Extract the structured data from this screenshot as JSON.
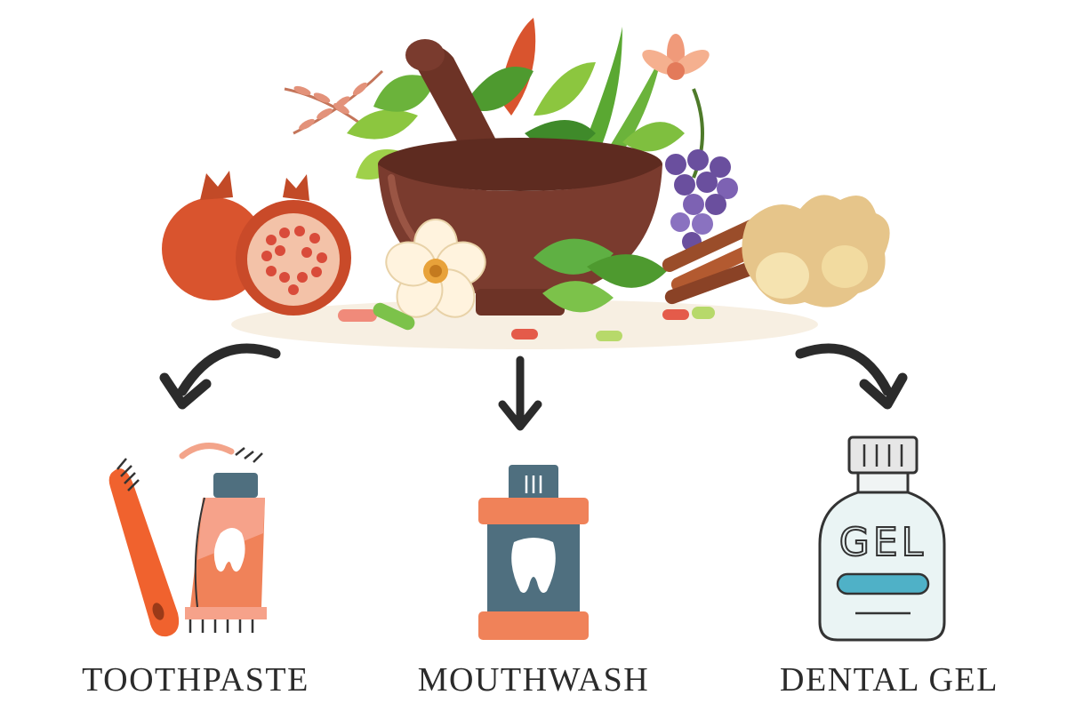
{
  "products": [
    {
      "label": "TOOTHPASTE"
    },
    {
      "label": "MOUTHWASH"
    },
    {
      "label": "DENTAL GEL"
    }
  ],
  "gel_bottle_text": "GEL",
  "colors": {
    "mortar": "#7a3b2e",
    "leaf_green": "#5aa832",
    "pomegranate": "#d9542e",
    "grapes": "#6a4f9e",
    "ginger": "#e6c58a",
    "toothpaste_orange": "#f08259",
    "mouthwash_teal": "#4f6f7f",
    "gel_blue": "#4fb1c7",
    "arrow": "#2b2b2b"
  },
  "icons": [
    "mortar-pestle-icon",
    "herbs-icon",
    "pomegranate-icon",
    "grapes-icon",
    "ginger-icon",
    "cinnamon-icon",
    "flower-icon",
    "toothbrush-icon",
    "toothpaste-tube-icon",
    "mouthwash-bottle-icon",
    "gel-bottle-icon",
    "curved-arrow-icon",
    "down-arrow-icon"
  ]
}
